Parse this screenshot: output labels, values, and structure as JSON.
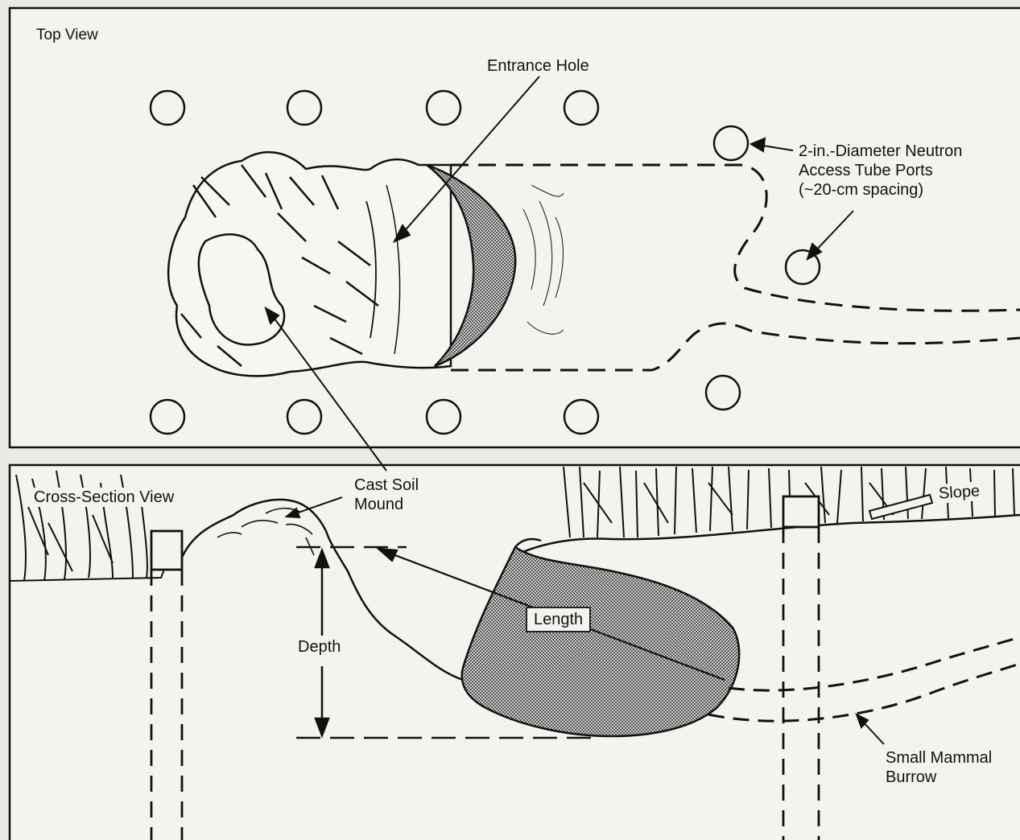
{
  "top_view": {
    "title": "Top View",
    "entrance_hole": "Entrance Hole",
    "ports_label_line1": "2-in.-Diameter Neutron",
    "ports_label_line2": "Access Tube Ports",
    "ports_label_line3": "(~20-cm spacing)"
  },
  "cross_section": {
    "title": "Cross-Section View",
    "mound_label_line1": "Cast Soil",
    "mound_label_line2": "Mound",
    "slope": "Slope",
    "depth": "Depth",
    "length": "Length",
    "burrow_label_line1": "Small Mammal",
    "burrow_label_line2": "Burrow"
  },
  "colors": {
    "background": "#e9ebe4",
    "ink": "#111111",
    "panel": "#f4f4ef",
    "stipple": "#8a8a8a"
  }
}
